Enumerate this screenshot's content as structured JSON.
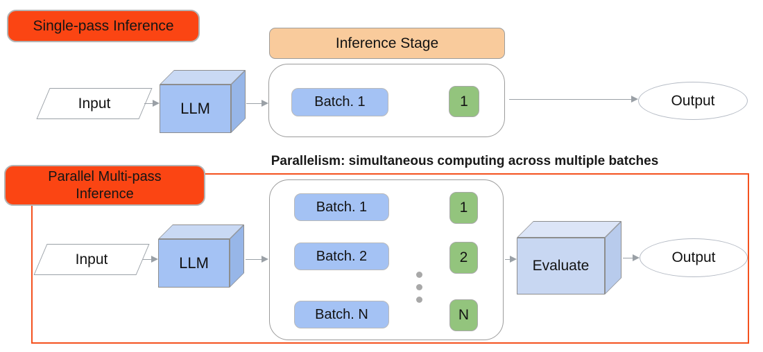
{
  "colors": {
    "label_orange": "#FB4513",
    "boundary_orange": "#F4511E",
    "stage_peach": "#F9CB9C",
    "batch_blue": "#A4C2F4",
    "index_green": "#93C47D",
    "cube_blue_front": "#A4C2F4",
    "cube_blue_top": "#C9D9F4",
    "cube_blue_side": "#97B6E8",
    "evaluate_front": "#C8D7F2",
    "evaluate_top": "#DCE5F7",
    "evaluate_side": "#B8CBEC",
    "arrow_gray": "#9AA0A6"
  },
  "top_flow": {
    "label": "Single-pass Inference",
    "stage_header": "Inference Stage",
    "input": "Input",
    "llm": "LLM",
    "batches": [
      {
        "name": "Batch. 1",
        "index": "1"
      }
    ],
    "output": "Output"
  },
  "bottom_flow": {
    "label": "Parallel Multi-pass Inference",
    "title": "Parallelism: simultaneous computing across multiple batches",
    "input": "Input",
    "llm": "LLM",
    "batches": [
      {
        "name": "Batch. 1",
        "index": "1"
      },
      {
        "name": "Batch. 2",
        "index": "2"
      },
      {
        "name": "Batch. N",
        "index": "N"
      }
    ],
    "evaluate": "Evaluate",
    "output": "Output"
  }
}
